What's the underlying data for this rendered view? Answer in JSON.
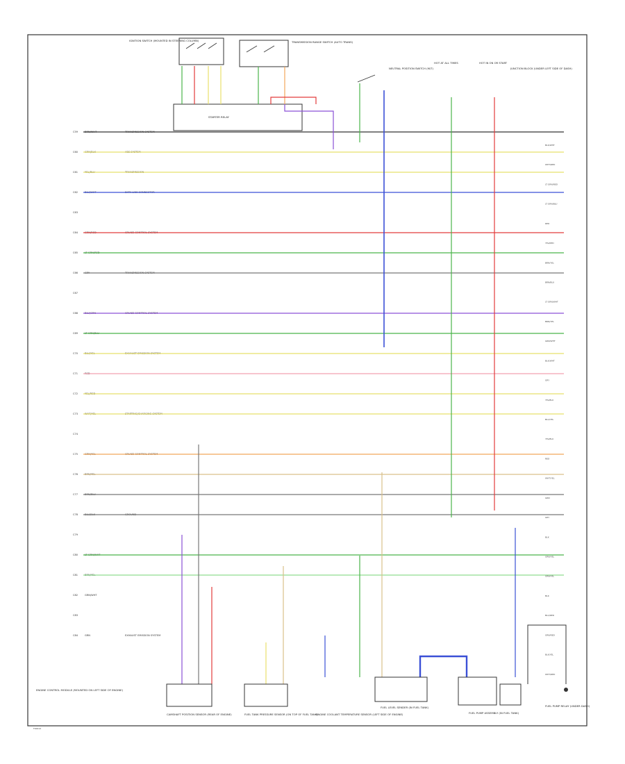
{
  "diagram": {
    "title": "",
    "footer_code": "F00012",
    "ecm_label": "ENGINE CONTROL MODULE (MOUNTED ON LEFT SIDE OF ENGINE)",
    "colors": {
      "red": "#e23b3b",
      "green": "#49b549",
      "yellow": "#e8e06a",
      "blue": "#3a4fd6",
      "violet": "#8a4fd6",
      "orange": "#f2a65a",
      "gray": "#777777",
      "tan": "#d9c08a",
      "white": "#bbbbbb",
      "black": "#333333",
      "pink": "#f2a0b0",
      "light_green": "#8fdc8f",
      "dark_green": "#2f7f3f",
      "brown": "#9b6a3a"
    },
    "top_components": [
      {
        "name": "IGNITION SWITCH",
        "label": "IGNITION SWITCH (MOUNTED IN STEERING COLUMN)"
      },
      {
        "name": "RANGE SWITCH",
        "label": "TRANSMISSION RANGE SWITCH (AUTO TRANS)"
      },
      {
        "name": "STARTER RELAY",
        "label": "STARTER RELAY"
      },
      {
        "name": "NEUTRAL SWITCH",
        "label": "NEUTRAL POSITION SWITCH (M/T)"
      },
      {
        "name": "HOT AT ALL TIMES",
        "label": "HOT AT ALL TIMES"
      },
      {
        "name": "HOT IN ON OR START",
        "label": "HOT IN ON OR START"
      },
      {
        "name": "FUSE BOX",
        "label": "JUNCTION BLOCK (UNDER LEFT SIDE OF DASH)"
      }
    ],
    "bottom_components": [
      {
        "name": "CAM SENSOR",
        "label": "CAMSHAFT POSITION SENSOR (REAR OF ENGINE)"
      },
      {
        "name": "TANK PRESSURE SENSOR",
        "label": "FUEL TANK PRESSURE SENSOR (ON TOP OF FUEL TANK)"
      },
      {
        "name": "COOLANT TEMP SENSOR",
        "label": "ENGINE COOLANT TEMPERATURE SENSOR (LEFT SIDE OF ENGINE)"
      },
      {
        "name": "FUEL LEVEL SENDER",
        "label": "FUEL LEVEL SENDER (IN FUEL TANK)"
      },
      {
        "name": "FUEL PUMP",
        "label": "FUEL PUMP ASSEMBLY (IN FUEL TANK)"
      },
      {
        "name": "PUMP RELAY",
        "label": "FUEL PUMP RELAY (UNDER DASH)"
      }
    ],
    "pin_rows": [
      {
        "pin": "C59",
        "wire": "BRN/WHT",
        "note": "TRANSMISSION SYSTEM",
        "color": "black"
      },
      {
        "pin": "C60",
        "wire": "GRN/BLK",
        "note": "ABS SYSTEM",
        "color": "yellow"
      },
      {
        "pin": "C61",
        "wire": "YEL/BLU",
        "note": "TRANSMISSION",
        "color": "yellow"
      },
      {
        "pin": "C62",
        "wire": "BLU/WHT",
        "note": "DATA LINK CONNECTOR",
        "color": "blue"
      },
      {
        "pin": "C63",
        "wire": "",
        "note": "",
        "color": "none"
      },
      {
        "pin": "C64",
        "wire": "GRN/RED",
        "note": "CRUISE CONTROL SYSTEM",
        "color": "red"
      },
      {
        "pin": "C65",
        "wire": "LT GRN/RED",
        "note": "",
        "color": "green"
      },
      {
        "pin": "C66",
        "wire": "GRY",
        "note": "TRANSMISSION SYSTEM",
        "color": "gray"
      },
      {
        "pin": "C67",
        "wire": "",
        "note": "",
        "color": "none"
      },
      {
        "pin": "C68",
        "wire": "BLU/GRN",
        "note": "CRUISE CONTROL SYSTEM",
        "color": "violet"
      },
      {
        "pin": "C69",
        "wire": "LT GRN/BLU",
        "note": "",
        "color": "green"
      },
      {
        "pin": "C70",
        "wire": "BLU/YEL",
        "note": "EXHAUST EMISSION SYSTEM",
        "color": "yellow"
      },
      {
        "pin": "C71",
        "wire": "RED",
        "note": "",
        "color": "pink"
      },
      {
        "pin": "C72",
        "wire": "YEL/RED",
        "note": "",
        "color": "yellow"
      },
      {
        "pin": "C73",
        "wire": "WHT/YEL",
        "note": "STARTING/CHARGING SYSTEM",
        "color": "yellow"
      },
      {
        "pin": "C74",
        "wire": "",
        "note": "",
        "color": "none"
      },
      {
        "pin": "C75",
        "wire": "GRN/YEL",
        "note": "CRUISE CONTROL SYSTEM",
        "color": "orange"
      },
      {
        "pin": "C76",
        "wire": "BRN/YEL",
        "note": "",
        "color": "tan"
      },
      {
        "pin": "C77",
        "wire": "BRN/BLU",
        "note": "",
        "color": "gray"
      },
      {
        "pin": "C78",
        "wire": "BLU/BLK",
        "note": "GROUND",
        "color": "gray"
      },
      {
        "pin": "C79",
        "wire": "",
        "note": "",
        "color": "none"
      },
      {
        "pin": "C80",
        "wire": "LT GRN/WHT",
        "note": "",
        "color": "green"
      },
      {
        "pin": "C81",
        "wire": "BRN/YEL",
        "note": "",
        "color": "light_green"
      },
      {
        "pin": "C82",
        "wire": "GRN/WHT",
        "note": "",
        "color": "none"
      },
      {
        "pin": "C83",
        "wire": "",
        "note": "",
        "color": "none"
      },
      {
        "pin": "C84",
        "wire": "GRN",
        "note": "EXHAUST EMISSION SYSTEM",
        "color": "none"
      }
    ],
    "right_labels": [
      "BLK/WHT",
      "WHT/RED",
      "LT GRN/RED",
      "LT GRN/BLU",
      "RED",
      "YEL/RED",
      "BRN/YEL",
      "BRN/BLU",
      "LT GRN/WHT",
      "BRN/YEL",
      "GRN/WHT",
      "BLK/WHT",
      "GRY",
      "YEL/BLU",
      "BLU/YEL",
      "YEL/BLU",
      "RED",
      "WHT/YEL",
      "GRN",
      "GRY",
      "BLK",
      "GRN/YEL",
      "GRN/YEL",
      "BLK",
      "BLU/RED",
      "GRN/RED",
      "BLK/YEL",
      "WHT/RED"
    ]
  }
}
